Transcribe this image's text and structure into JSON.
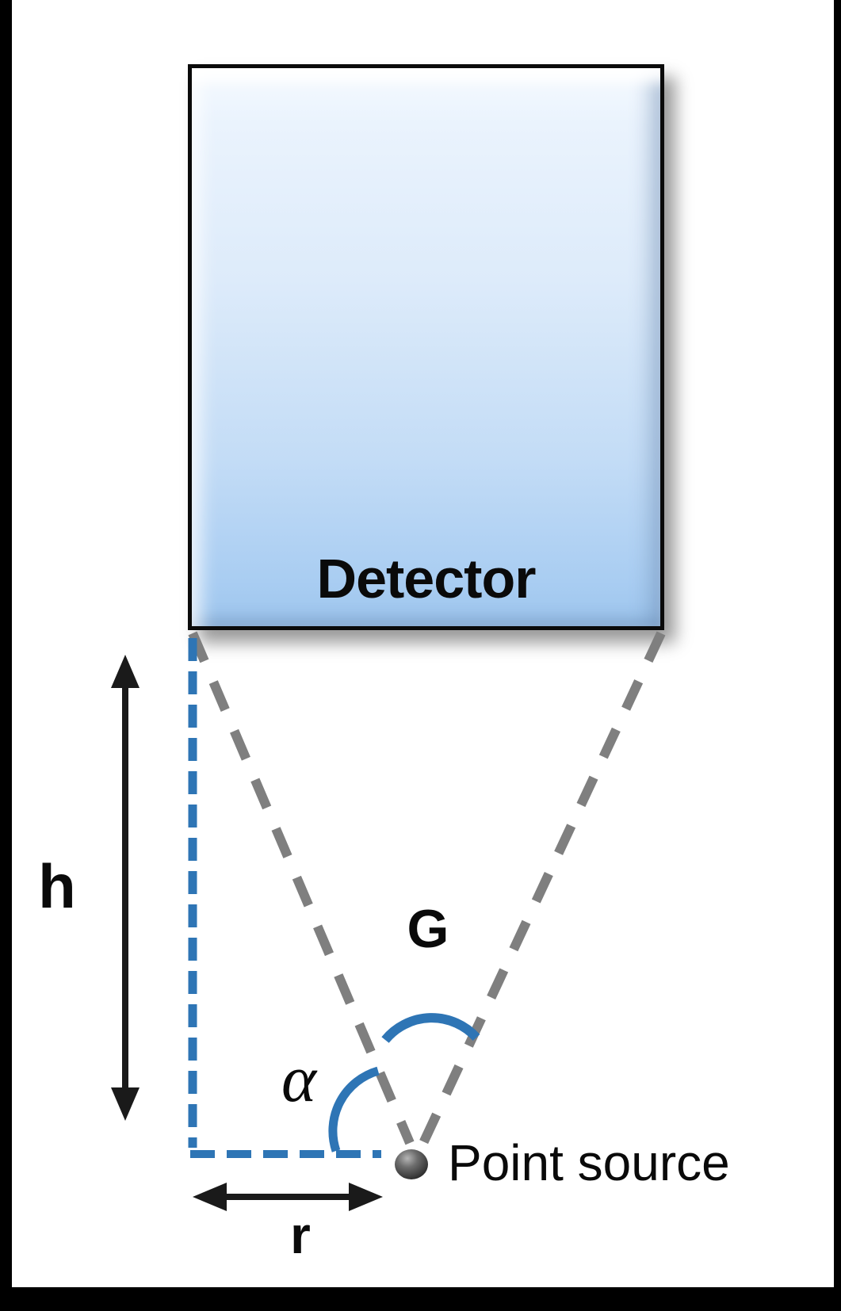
{
  "diagram": {
    "detector_label": "Detector",
    "labels": {
      "height": "h",
      "solid_angle": "G",
      "alpha": "α",
      "radius": "r",
      "point_source": "Point source"
    },
    "colors": {
      "accent_blue": "#2E75B5",
      "cone_gray": "#7F7F7F",
      "arrow_black": "#1a1a1a",
      "detector_fill_top": "#F5FAFF",
      "detector_fill_bottom": "#9DC5ED",
      "frame_black": "#000000",
      "background": "#FFFFFF"
    }
  }
}
